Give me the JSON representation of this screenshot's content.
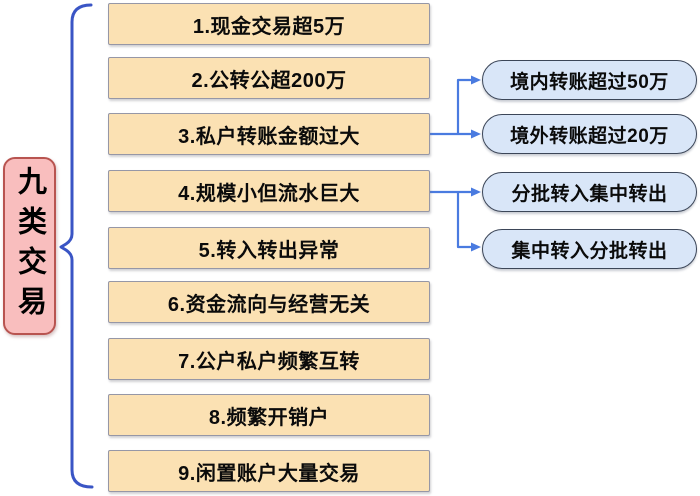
{
  "diagram": {
    "root": {
      "label": "九类交易"
    },
    "items": [
      {
        "label": "1.现金交易超5万"
      },
      {
        "label": "2.公转公超200万"
      },
      {
        "label": "3.私户转账金额过大"
      },
      {
        "label": "4.规模小但流水巨大"
      },
      {
        "label": "5.转入转出异常"
      },
      {
        "label": "6.资金流向与经营无关"
      },
      {
        "label": "7.公户私户频繁互转"
      },
      {
        "label": "8.频繁开销户"
      },
      {
        "label": "9.闲置账户大量交易"
      }
    ],
    "sub_items": [
      {
        "label": "境内转账超过50万",
        "parent": "item-3"
      },
      {
        "label": "境外转账超过20万",
        "parent": "item-3"
      },
      {
        "label": "分批转入集中转出",
        "parent": "item-4"
      },
      {
        "label": "集中转入分批转出",
        "parent": "item-4"
      }
    ],
    "colors": {
      "item_fill": "#FBE1B3",
      "item_border": "#9697A6",
      "sub_fill": "#D9E6F8",
      "sub_border": "#3C4658",
      "root_fill": "#F9BEBE",
      "root_border": "#B85450",
      "connector_blue": "#4A7BE0",
      "brace_blue": "#3A55C5",
      "text": "#000000"
    }
  }
}
